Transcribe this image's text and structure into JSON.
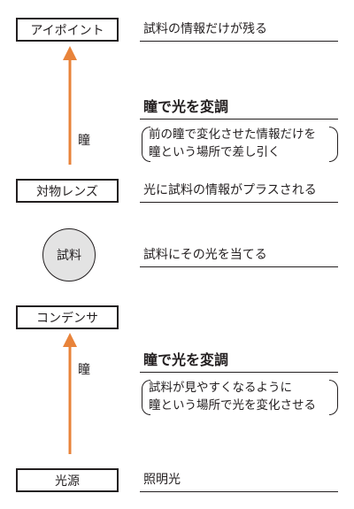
{
  "stages": {
    "eyepiece": "アイポイント",
    "objective": "対物レンズ",
    "sample": "試料",
    "condenser": "コンデンサ",
    "light_source": "光源"
  },
  "descriptions": {
    "eyepiece": "試料の情報だけが残る",
    "objective": "光に試料の情報がプラスされる",
    "sample": "試料にその光を当てる",
    "light_source": "照明光"
  },
  "upper_section": {
    "side_label": "瞳",
    "heading": "瞳で光を変調",
    "note_line1": "前の瞳で変化させた情報だけを",
    "note_line2": "瞳という場所で差し引く"
  },
  "lower_section": {
    "side_label": "瞳",
    "heading": "瞳で光を変調",
    "note_line1": "試料が見やすくなるように",
    "note_line2": "瞳という場所で光を変化させる"
  },
  "colors": {
    "arrow": "#e8833a",
    "sample_fill": "#e3e3e3",
    "line": "#231f20"
  }
}
